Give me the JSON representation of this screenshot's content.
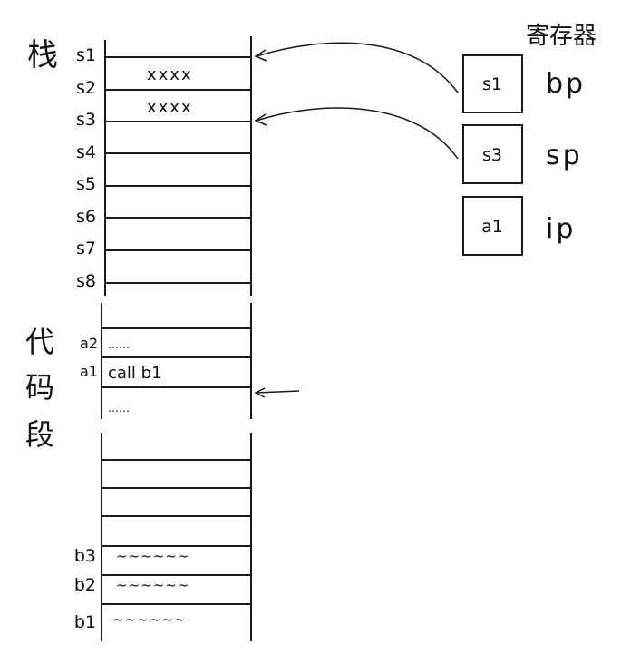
{
  "registers": {
    "title": "寄存器",
    "items": [
      {
        "box": "s1",
        "name": "bp"
      },
      {
        "box": "s3",
        "name": "sp"
      },
      {
        "box": "a1",
        "name": "ip"
      }
    ]
  },
  "stack": {
    "title": "栈",
    "slots": [
      {
        "label": "s1",
        "content": ""
      },
      {
        "label": "s2",
        "content": "xxxx"
      },
      {
        "label": "s3",
        "content": "xxxx"
      },
      {
        "label": "s4",
        "content": ""
      },
      {
        "label": "s5",
        "content": ""
      },
      {
        "label": "s6",
        "content": ""
      },
      {
        "label": "s7",
        "content": ""
      },
      {
        "label": "s8",
        "content": ""
      }
    ]
  },
  "code": {
    "title": [
      "代",
      "码",
      "段"
    ],
    "rows": [
      {
        "label": "a2",
        "content": "……"
      },
      {
        "label": "a1",
        "content": "call b1"
      },
      {
        "label": "",
        "content": "……"
      }
    ]
  },
  "lower": {
    "rows": [
      {
        "label": "b3",
        "content": "~~~~~~"
      },
      {
        "label": "b2",
        "content": "~~~~~~"
      },
      {
        "label": "b1",
        "content": "~~~~~~"
      }
    ]
  }
}
